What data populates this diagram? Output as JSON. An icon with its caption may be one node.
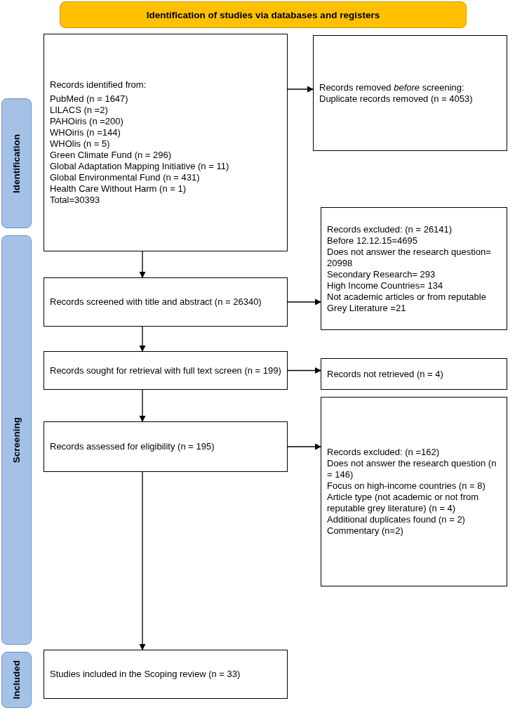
{
  "diagram": {
    "nodes": [
      {
        "text": [
          "Identification of studies via databases and registers"
        ]
      },
      {
        "text": [
          "Identification"
        ]
      },
      {
        "text": [
          "Screening"
        ]
      },
      {
        "text": [
          "Included"
        ]
      },
      {
        "text": [
          "Records identified from:",
          "PubMed (n = 1647)",
          "LILACS (n =2)",
          "PAHOiris (n =200)",
          "WHOiris (n =144)",
          "WHOlis (n = 5)",
          "Green Climate Fund (n = 296)",
          "Global Adaptation Mapping Initiative (n = 11)",
          "Global Environmental Fund (n = 431)",
          "Health Care Without Harm (n = 1)",
          "Total=30393"
        ]
      },
      {
        "text": [
          "Records removed *before* screening:",
          "Duplicate records removed (n = 4053)"
        ]
      },
      {
        "text": [
          "Records screened with title and abstract (n = 26340)"
        ]
      },
      {
        "text": [
          "Records excluded: (n = 26141)",
          "Before 12.12.15=4695",
          "Does not answer the research question= 20998",
          "Secondary Research= 293",
          "High Income Countries= 134",
          "Not academic articles or from reputable Grey Literature =21"
        ]
      },
      {
        "text": [
          "Records sought for retrieval with full text screen (n = 199)"
        ]
      },
      {
        "text": [
          "Records not retrieved (n = 4)"
        ]
      },
      {
        "text": [
          "Records assessed for eligibility (n = 195)"
        ]
      },
      {
        "text": [
          "Records excluded: (n =162)",
          "Does not answer the research question (n = 146)",
          "Focus on high-income countries (n = 8)",
          "Article type (not academic or not from reputable grey literature) (n = 4)",
          "Additional duplicates found (n = 2)",
          "Commentary (n=2)"
        ]
      },
      {
        "text": [
          "Studies included in the Scoping review (n = 33)"
        ]
      }
    ],
    "edges": [
      {
        "from": 4,
        "to": 5,
        "arrow": "to"
      },
      {
        "from": 4,
        "to": 6,
        "arrow": "to"
      },
      {
        "from": 6,
        "to": 7,
        "arrow": "to"
      },
      {
        "from": 6,
        "to": 8,
        "arrow": "to"
      },
      {
        "from": 8,
        "to": 9,
        "arrow": "to"
      },
      {
        "from": 8,
        "to": 10,
        "arrow": "to"
      },
      {
        "from": 10,
        "to": 11,
        "arrow": "to"
      },
      {
        "from": 10,
        "to": 12,
        "arrow": "to"
      }
    ]
  }
}
